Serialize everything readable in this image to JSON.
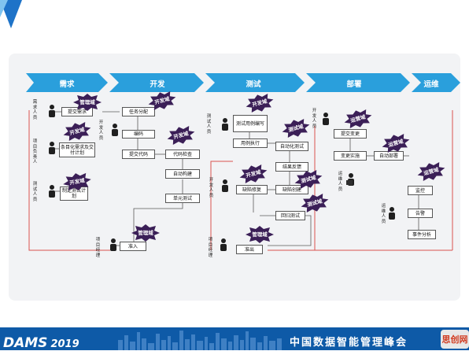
{
  "stages": [
    {
      "label": "需求"
    },
    {
      "label": "开发"
    },
    {
      "label": "测试"
    },
    {
      "label": "部署"
    },
    {
      "label": "运维"
    }
  ],
  "roles": {
    "req_person_1": "需求人员",
    "req_person_2": "项目负责人",
    "test_person_1": "测试人员",
    "dev_person": "开发人员",
    "test_person_2": "测试人员",
    "dev_person_2": "开发人员",
    "pm": "项目经理",
    "pm2": "项目经理",
    "dev_deploy": "开发人员",
    "ops_person": "运维人员",
    "ops_person_2": "运维人员"
  },
  "boxes": {
    "submit_req": "提交需求",
    "auto_req": "条目化需求及交付计划",
    "test_plan": "制定测试计划",
    "task_assign": "任务分配",
    "coding": "编码",
    "submit_code": "提交代码",
    "code_check": "代码检查",
    "auto_build": "自动构建",
    "unit_test": "单元测试",
    "approve": "准入",
    "test_case": "测试用例编写",
    "case_exec": "用例执行",
    "auto_test": "自动化测试",
    "result_feedback": "结果反馈",
    "defect_fix": "缺陷修复",
    "defect_create": "缺陷创建",
    "regression": "回归测试",
    "release": "准出",
    "submit_change": "提交变更",
    "change_impl": "变更实施",
    "auto_deploy": "自动部署",
    "monitor": "监控",
    "alert": "告警",
    "event_analysis": "事件分析"
  },
  "bursts": {
    "mgmt_1": "管理域",
    "dev_1": "开发域",
    "dev_2": "开发域",
    "dev_3": "开发域",
    "dev_4": "开发域",
    "mgmt_2": "管理域",
    "dev_5": "开发域",
    "test_1": "测试域",
    "test_2": "测试域",
    "dev_6": "开发域",
    "test_3": "测试域",
    "mgmt_3": "管理域",
    "ops_1": "运营域",
    "ops_2": "运营域",
    "ops_3": "运营域"
  },
  "footer": {
    "logo": "DAMS",
    "year": "2019",
    "title": "中国数据智能管理峰会",
    "watermark": "思创网"
  },
  "colors": {
    "chevron": "#2a9fdc",
    "burst": "#3b1f57",
    "flow_line": "#d9534f",
    "footer": "#0e5aa7"
  }
}
